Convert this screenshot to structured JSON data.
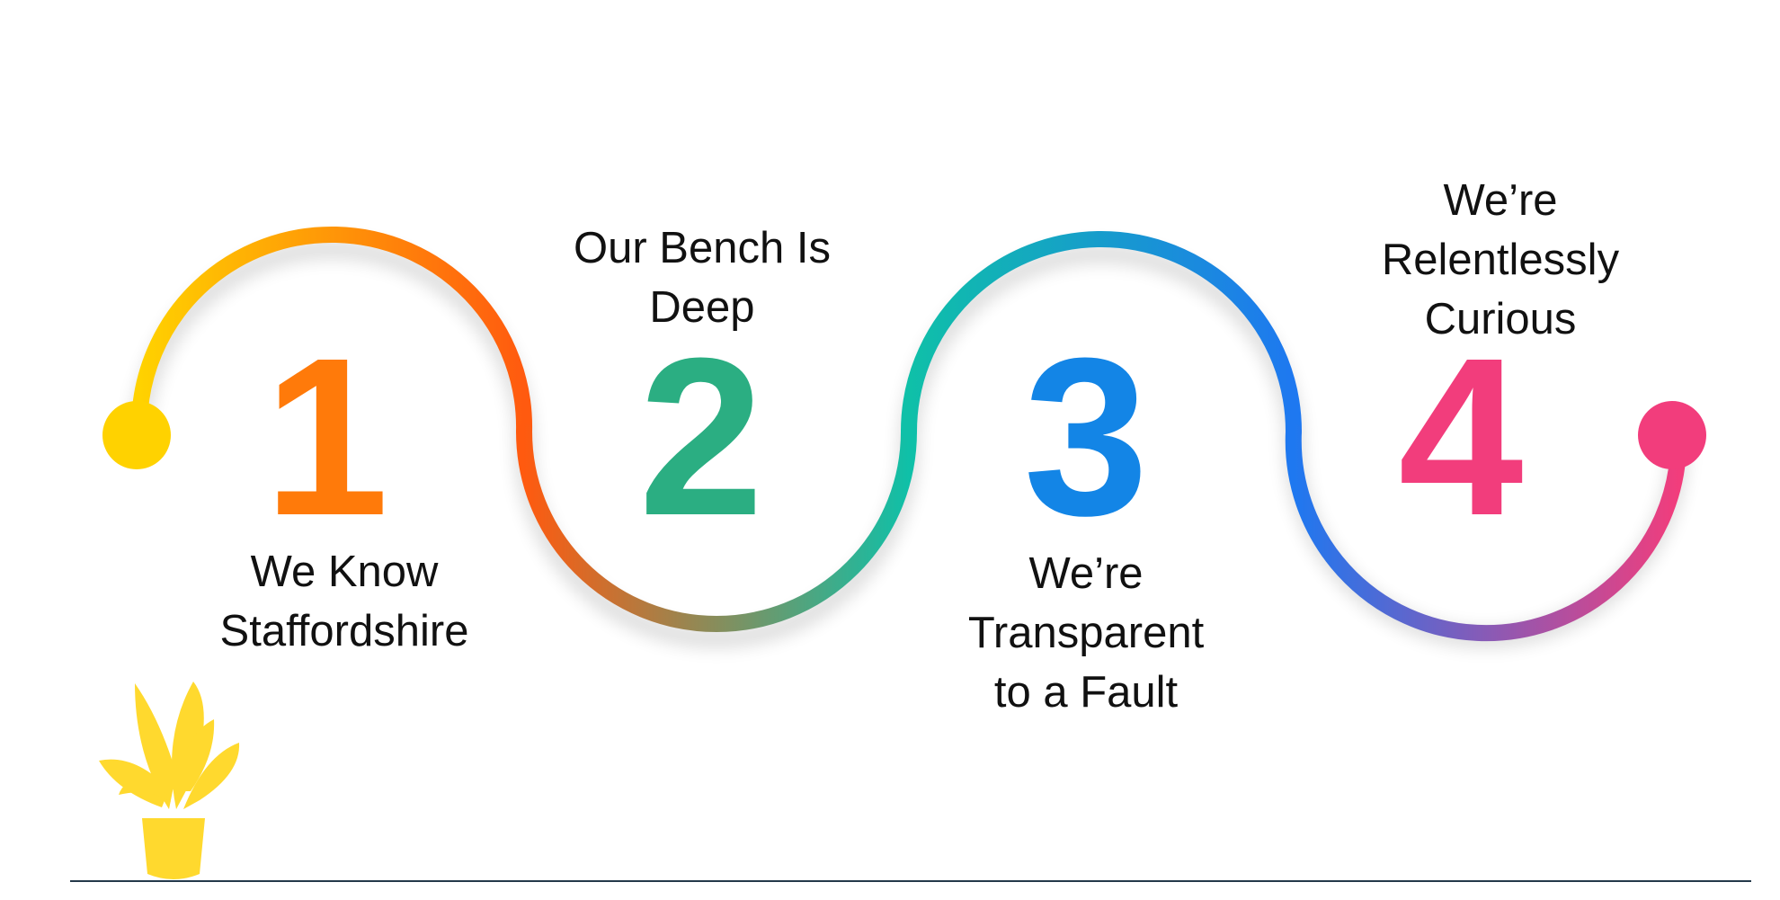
{
  "colors": {
    "path_start": "#FFD200",
    "path_orange": "#FF5A0F",
    "path_teal": "#0FC0A8",
    "path_blue": "#1E78F0",
    "path_end": "#F23D7C",
    "num1": "#FF7A0A",
    "num2": "#2BAE82",
    "num3": "#1385E6",
    "num4": "#F23D7C",
    "plant": "#FFD92E",
    "baseline": "#24394A"
  },
  "steps": [
    {
      "number": "1",
      "lines": [
        "We Know",
        "Staffordshire"
      ]
    },
    {
      "number": "2",
      "lines": [
        "Our Bench Is",
        "Deep"
      ]
    },
    {
      "number": "3",
      "lines": [
        "We’re",
        "Transparent",
        "to a Fault"
      ]
    },
    {
      "number": "4",
      "lines": [
        "We’re",
        "Relentlessly",
        "Curious"
      ]
    }
  ],
  "decorations": {
    "plant_icon": "potted-plant",
    "path_icon": "winding-path"
  }
}
